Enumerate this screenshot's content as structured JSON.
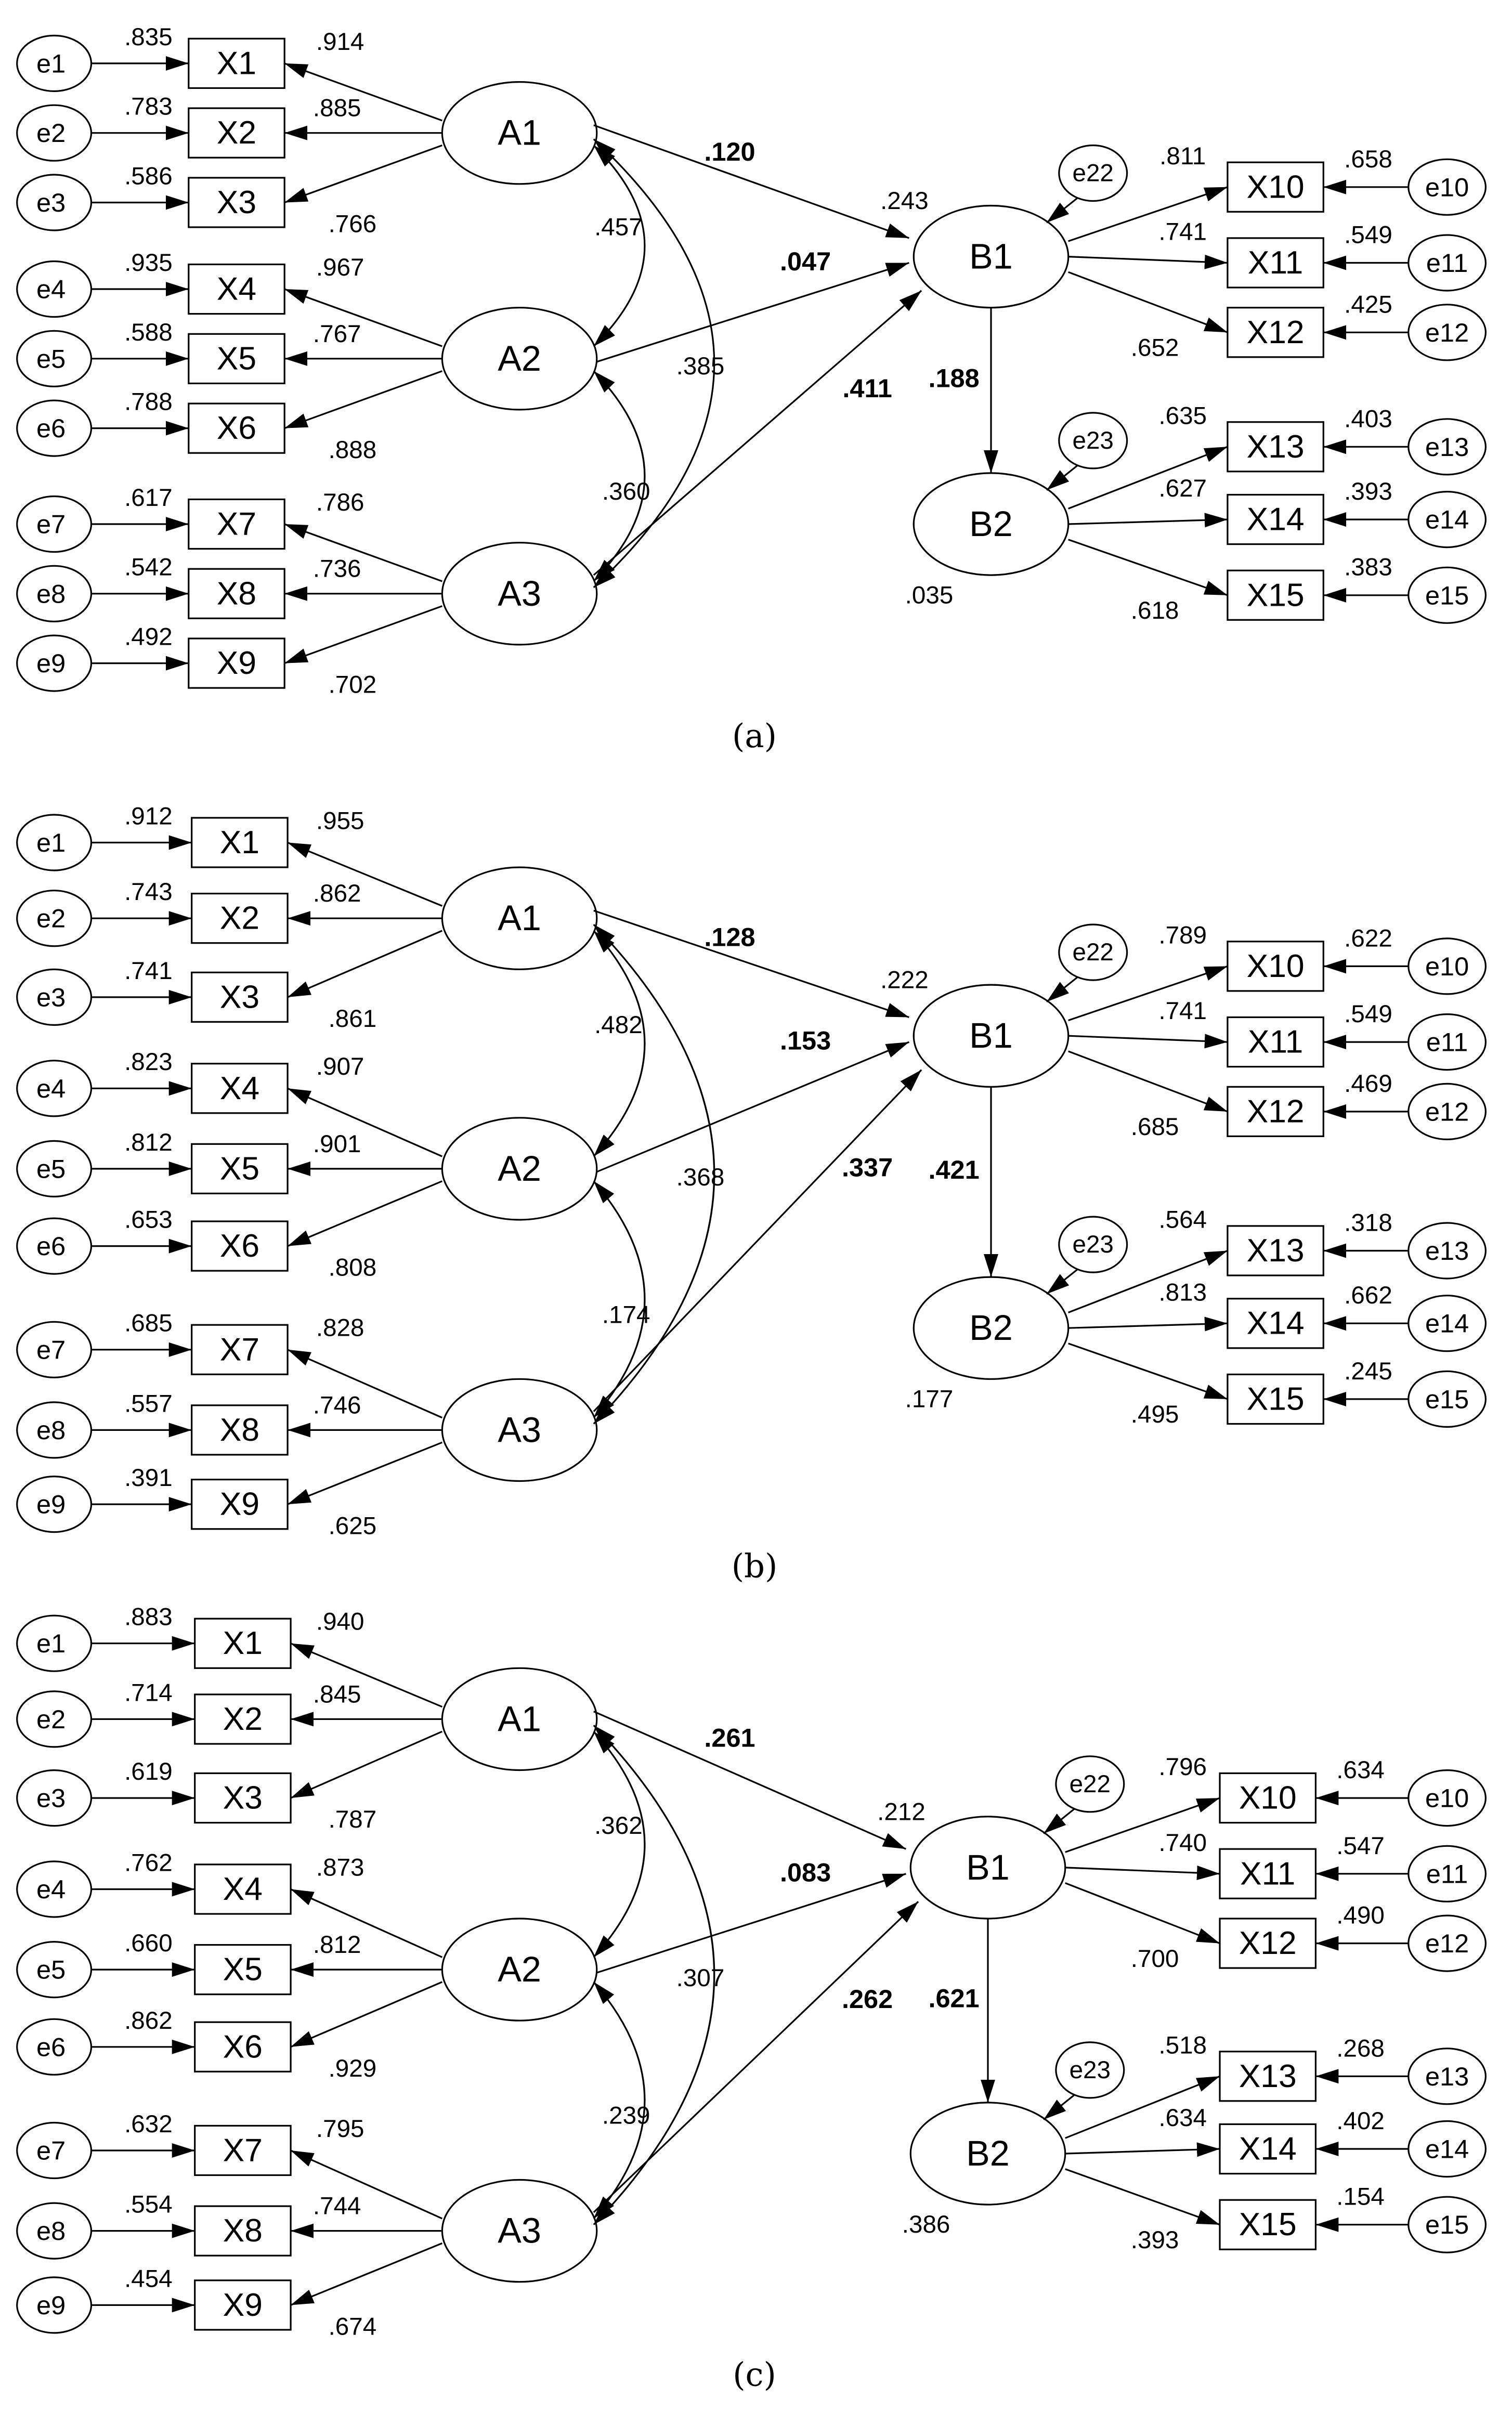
{
  "panels": [
    {
      "caption": "(a)",
      "loadings": {
        "A1": [
          ".914",
          ".885",
          ".766"
        ],
        "A2": [
          ".967",
          ".767",
          ".888"
        ],
        "A3": [
          ".786",
          ".736",
          ".702"
        ]
      },
      "errors": [
        ".835",
        ".783",
        ".586",
        ".935",
        ".588",
        ".788",
        ".617",
        ".542",
        ".492"
      ],
      "corr": {
        "A1A2": ".457",
        "A2A3": ".360",
        "A1A3": ".385"
      },
      "paths": {
        "A1B1": ".120",
        "A2B1": ".047",
        "A3B1": ".411",
        "B1B2": ".188"
      },
      "r2": {
        "B1": ".243",
        "B2": ".035"
      },
      "out_loadings": {
        "B1": [
          ".811",
          ".741",
          ".652"
        ],
        "B2": [
          ".635",
          ".627",
          ".618"
        ]
      },
      "out_errors": [
        ".658",
        ".549",
        ".425",
        ".403",
        ".393",
        ".383"
      ]
    },
    {
      "caption": "(b)",
      "loadings": {
        "A1": [
          ".955",
          ".862",
          ".861"
        ],
        "A2": [
          ".907",
          ".901",
          ".808"
        ],
        "A3": [
          ".828",
          ".746",
          ".625"
        ]
      },
      "errors": [
        ".912",
        ".743",
        ".741",
        ".823",
        ".812",
        ".653",
        ".685",
        ".557",
        ".391"
      ],
      "corr": {
        "A1A2": ".482",
        "A2A3": ".174",
        "A1A3": ".368"
      },
      "paths": {
        "A1B1": ".128",
        "A2B1": ".153",
        "A3B1": ".337",
        "B1B2": ".421"
      },
      "r2": {
        "B1": ".222",
        "B2": ".177"
      },
      "out_loadings": {
        "B1": [
          ".789",
          ".741",
          ".685"
        ],
        "B2": [
          ".564",
          ".813",
          ".495"
        ]
      },
      "out_errors": [
        ".622",
        ".549",
        ".469",
        ".318",
        ".662",
        ".245"
      ]
    },
    {
      "caption": "(c)",
      "loadings": {
        "A1": [
          ".940",
          ".845",
          ".787"
        ],
        "A2": [
          ".873",
          ".812",
          ".929"
        ],
        "A3": [
          ".795",
          ".744",
          ".674"
        ]
      },
      "errors": [
        ".883",
        ".714",
        ".619",
        ".762",
        ".660",
        ".862",
        ".632",
        ".554",
        ".454"
      ],
      "corr": {
        "A1A2": ".362",
        "A2A3": ".239",
        "A1A3": ".307"
      },
      "paths": {
        "A1B1": ".261",
        "A2B1": ".083",
        "A3B1": ".262",
        "B1B2": ".621"
      },
      "r2": {
        "B1": ".212",
        "B2": ".386"
      },
      "out_loadings": {
        "B1": [
          ".796",
          ".740",
          ".700"
        ],
        "B2": [
          ".518",
          ".634",
          ".393"
        ]
      },
      "out_errors": [
        ".634",
        ".547",
        ".490",
        ".268",
        ".402",
        ".154"
      ]
    }
  ],
  "names": {
    "errors": [
      "e1",
      "e2",
      "e3",
      "e4",
      "e5",
      "e6",
      "e7",
      "e8",
      "e9"
    ],
    "items": [
      "X1",
      "X2",
      "X3",
      "X4",
      "X5",
      "X6",
      "X7",
      "X8",
      "X9"
    ],
    "latents": [
      "A1",
      "A2",
      "A3"
    ],
    "outcomes": [
      "B1",
      "B2"
    ],
    "out_items": [
      "X10",
      "X11",
      "X12",
      "X13",
      "X14",
      "X15"
    ],
    "out_errors": [
      "e10",
      "e11",
      "e12",
      "e13",
      "e14",
      "e15"
    ],
    "disturbances": [
      "e22",
      "e23"
    ]
  },
  "style": {
    "stroke": "#000000",
    "background": "#ffffff"
  }
}
